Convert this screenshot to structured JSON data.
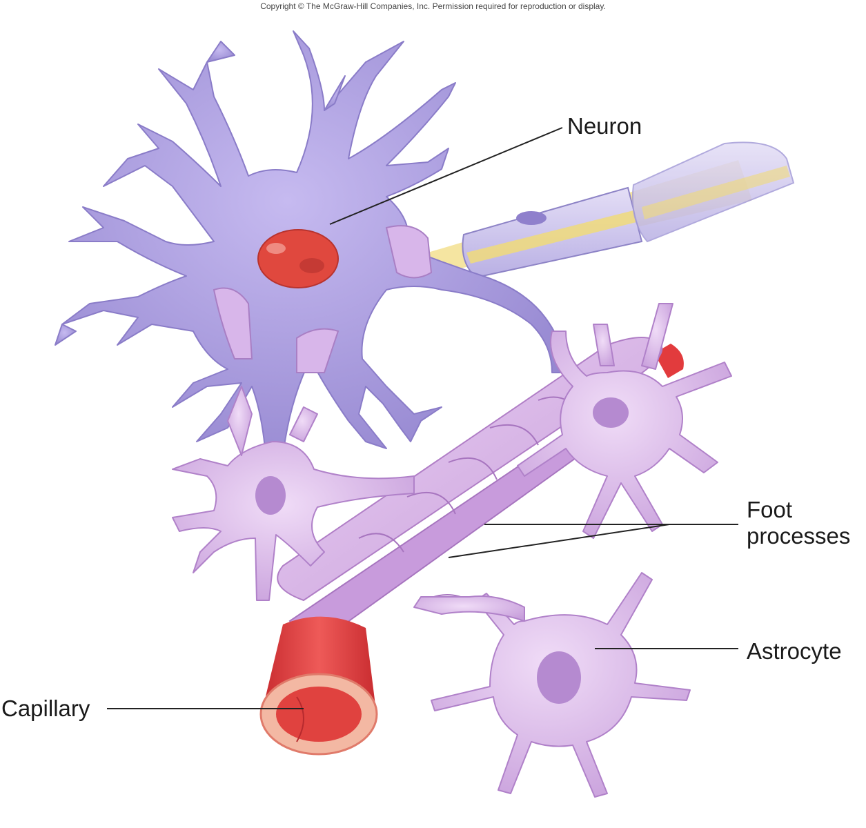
{
  "copyright": "Copyright © The McGraw-Hill Companies, Inc. Permission required for reproduction or display.",
  "labels": {
    "neuron": "Neuron",
    "foot_processes_line1": "Foot",
    "foot_processes_line2": "processes",
    "astrocyte": "Astrocyte",
    "capillary": "Capillary"
  },
  "colors": {
    "neuron": "#a79ad8",
    "astrocyte": "#d4b0e6",
    "capillary": "#e2494a",
    "nucleus": "#e0483e",
    "myelin_yellow": "#f0da7a"
  }
}
